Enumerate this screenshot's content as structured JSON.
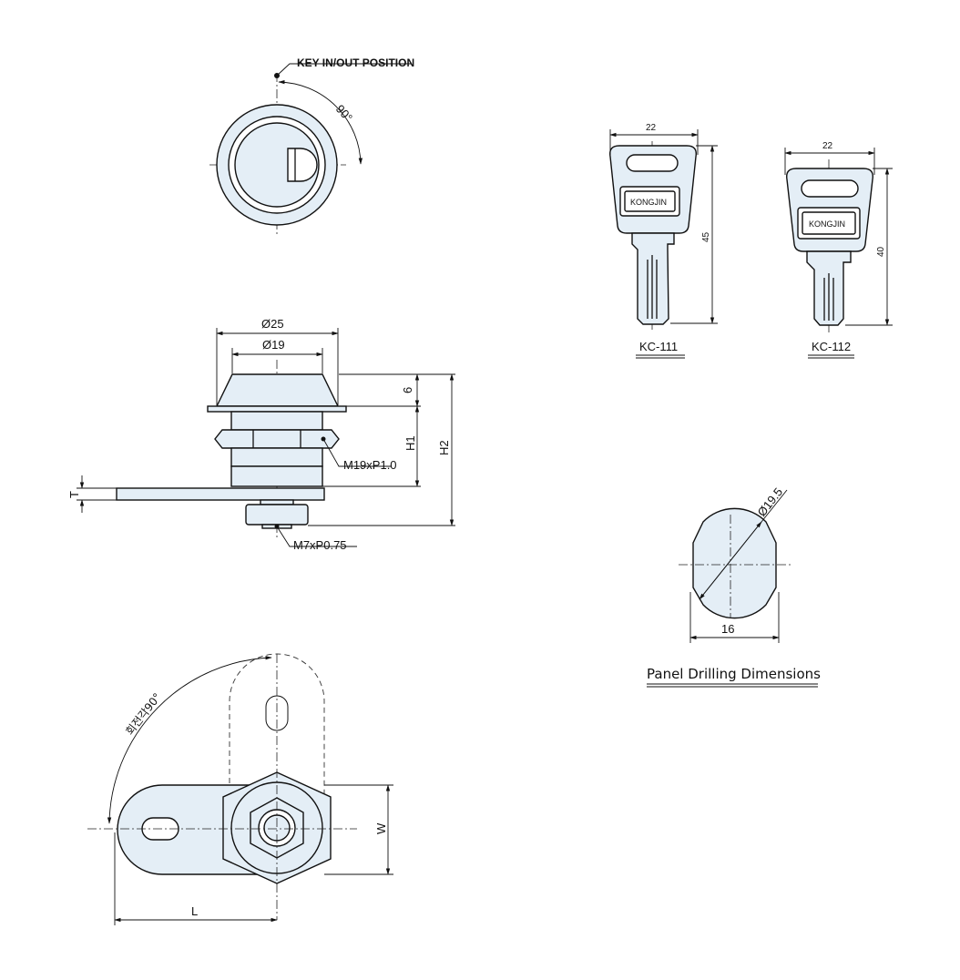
{
  "front_view": {
    "key_position_label": "KEY IN/OUT POSITION",
    "rotation_label": "90°"
  },
  "side_view": {
    "outer_diameter": "Ø25",
    "inner_diameter": "Ø19",
    "flange_height": "6",
    "h1": "H1",
    "h2": "H2",
    "thickness": "T",
    "thread_main": "M19xP1.0",
    "thread_small": "M7xP0.75"
  },
  "keys": [
    {
      "model": "KC-111",
      "brand": "KONGJIN",
      "width": "22",
      "height": "45"
    },
    {
      "model": "KC-112",
      "brand": "KONGJIN",
      "width": "22",
      "height": "40"
    }
  ],
  "drilling": {
    "diameter": "Ø19.5",
    "width": "16",
    "title": "Panel Drilling Dimensions"
  },
  "cam_view": {
    "rotation_label": "회전각90°",
    "w": "W",
    "l": "L"
  },
  "colors": {
    "fill": "#e4eef6",
    "line": "#111111"
  }
}
